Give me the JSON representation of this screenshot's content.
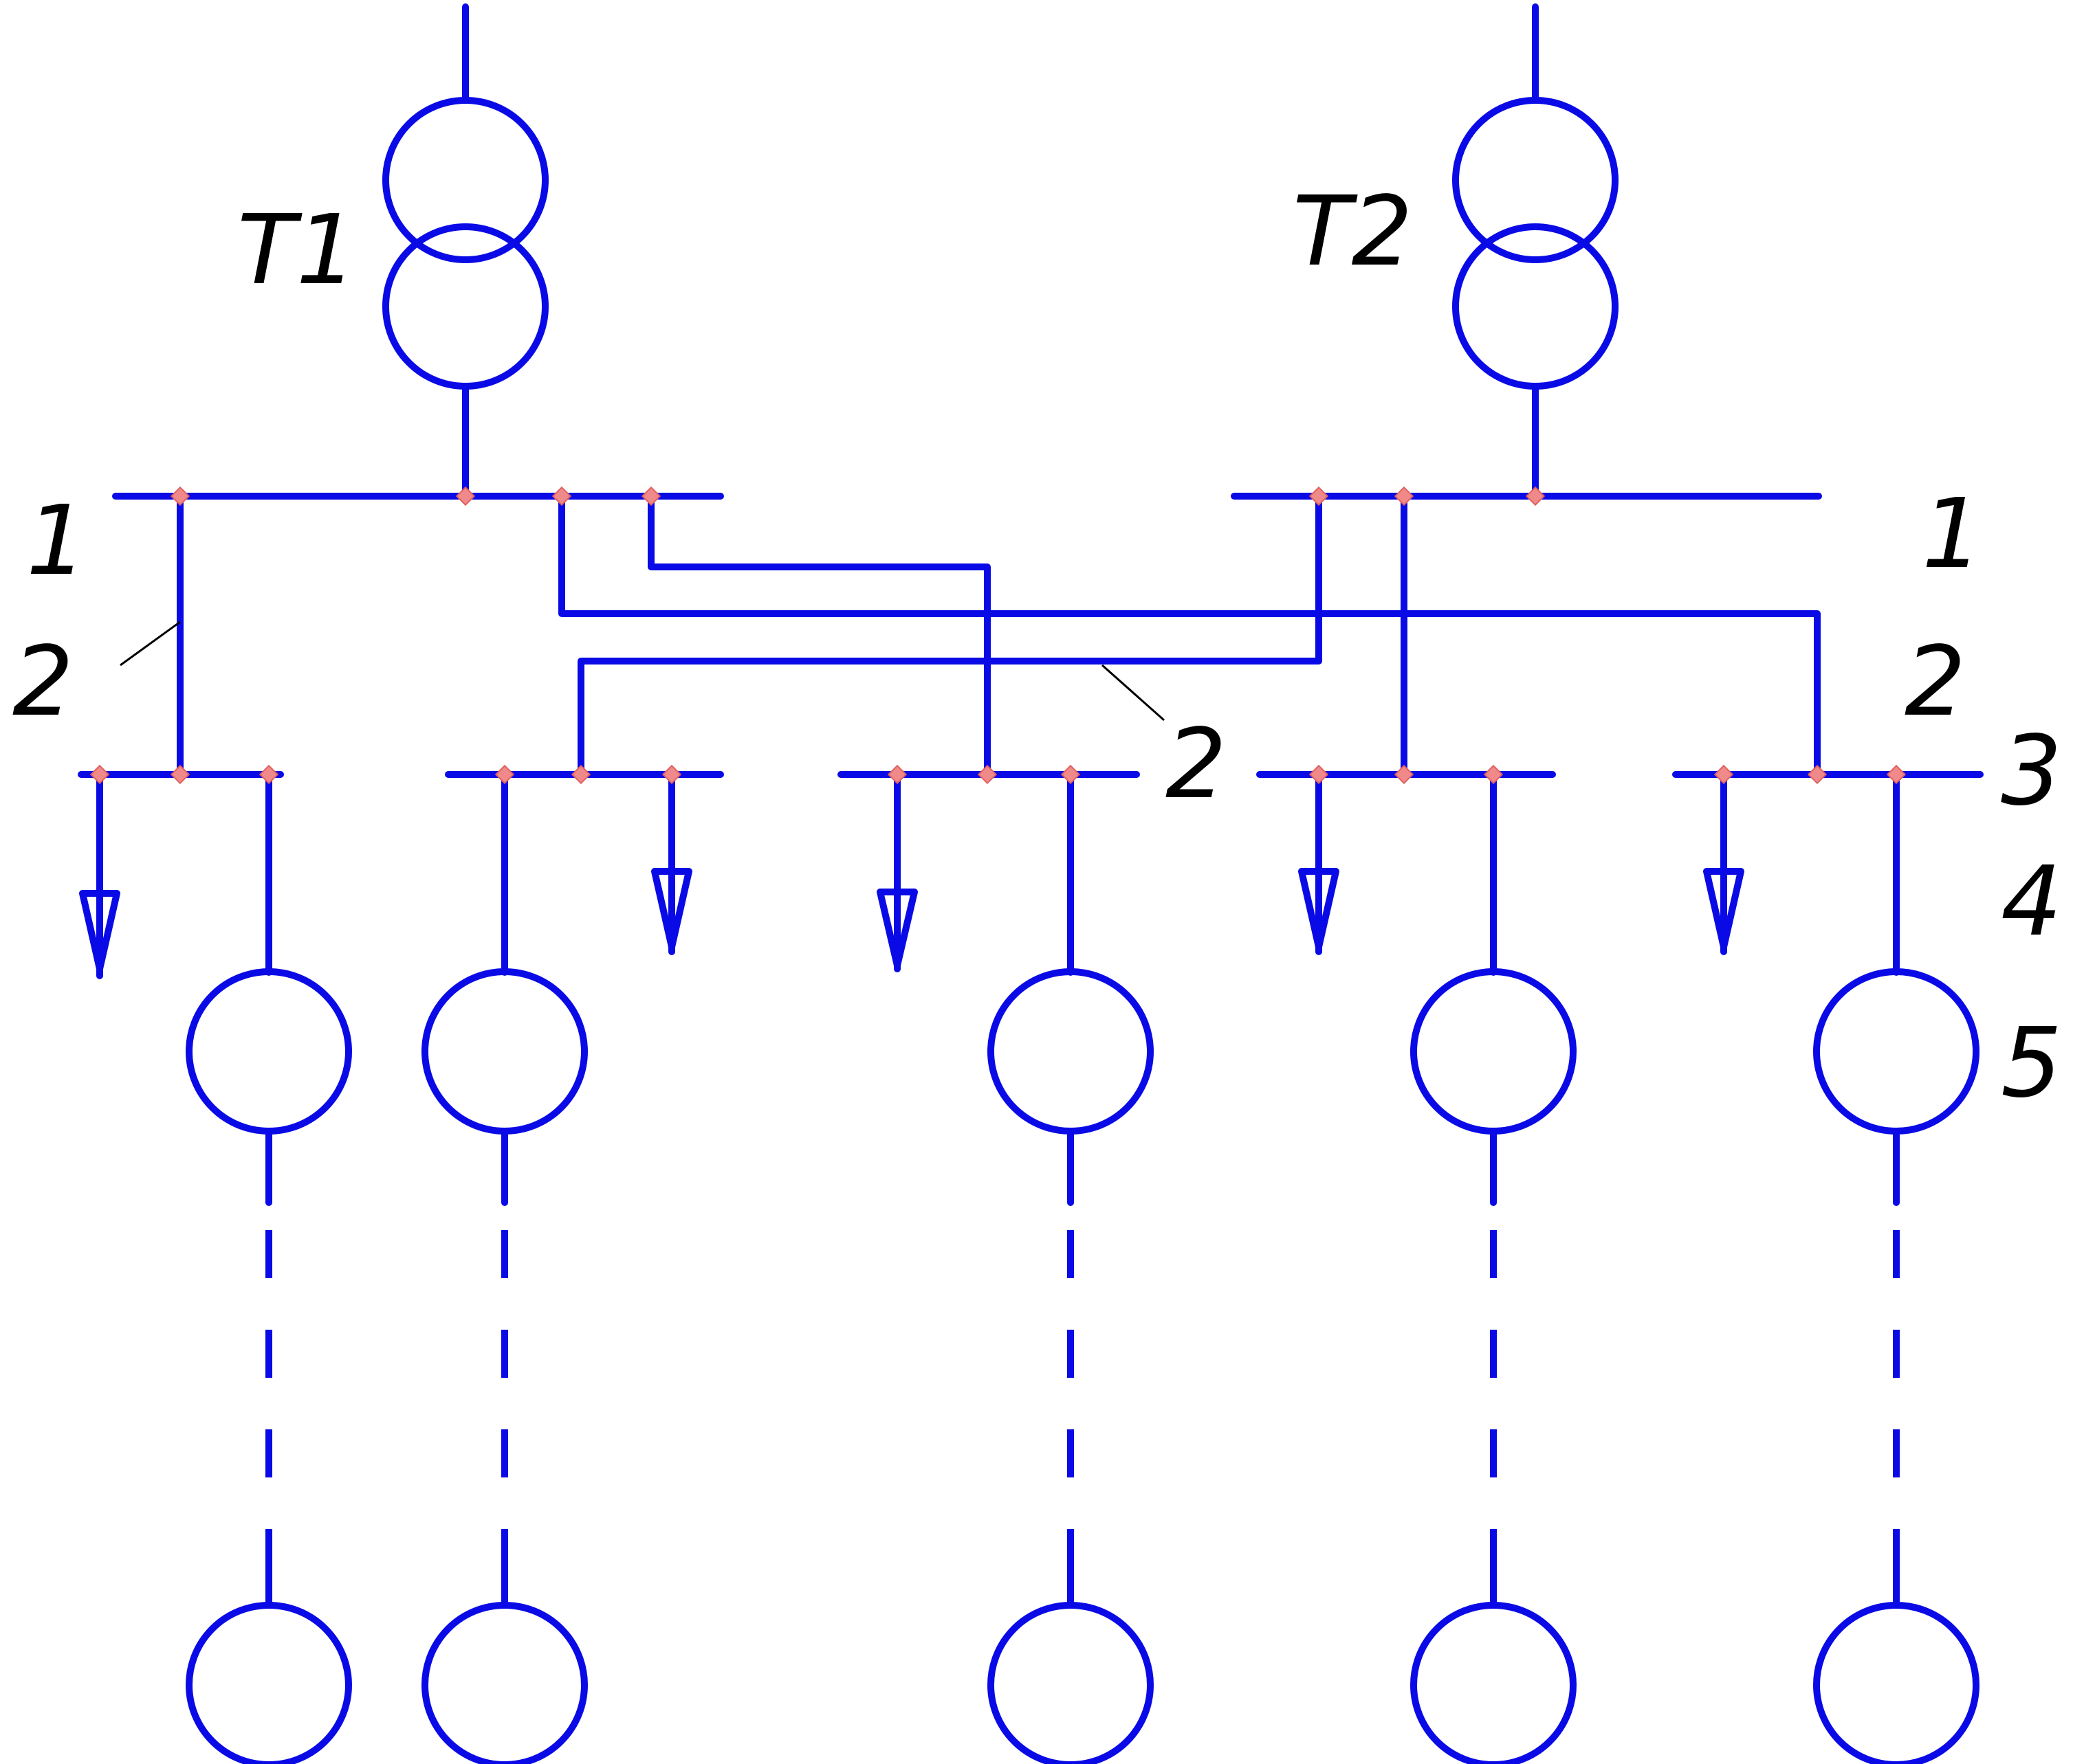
{
  "colors": {
    "wire": "#0a0ae6",
    "node": "#f08a8a",
    "label": "#000000"
  },
  "labels": {
    "t1": "T1",
    "t2": "T2",
    "bus_1_left": "1",
    "bus_1_right": "1",
    "link_2_left": "2",
    "link_2_center": "2",
    "link_2_right": "2",
    "level_3": "3",
    "level_4": "4",
    "level_5": "5"
  },
  "icons": {
    "transformer": "transformer-icon",
    "load_arrow": "load-arrow-icon",
    "motor": "motor-icon",
    "junction": "junction-node-icon"
  }
}
